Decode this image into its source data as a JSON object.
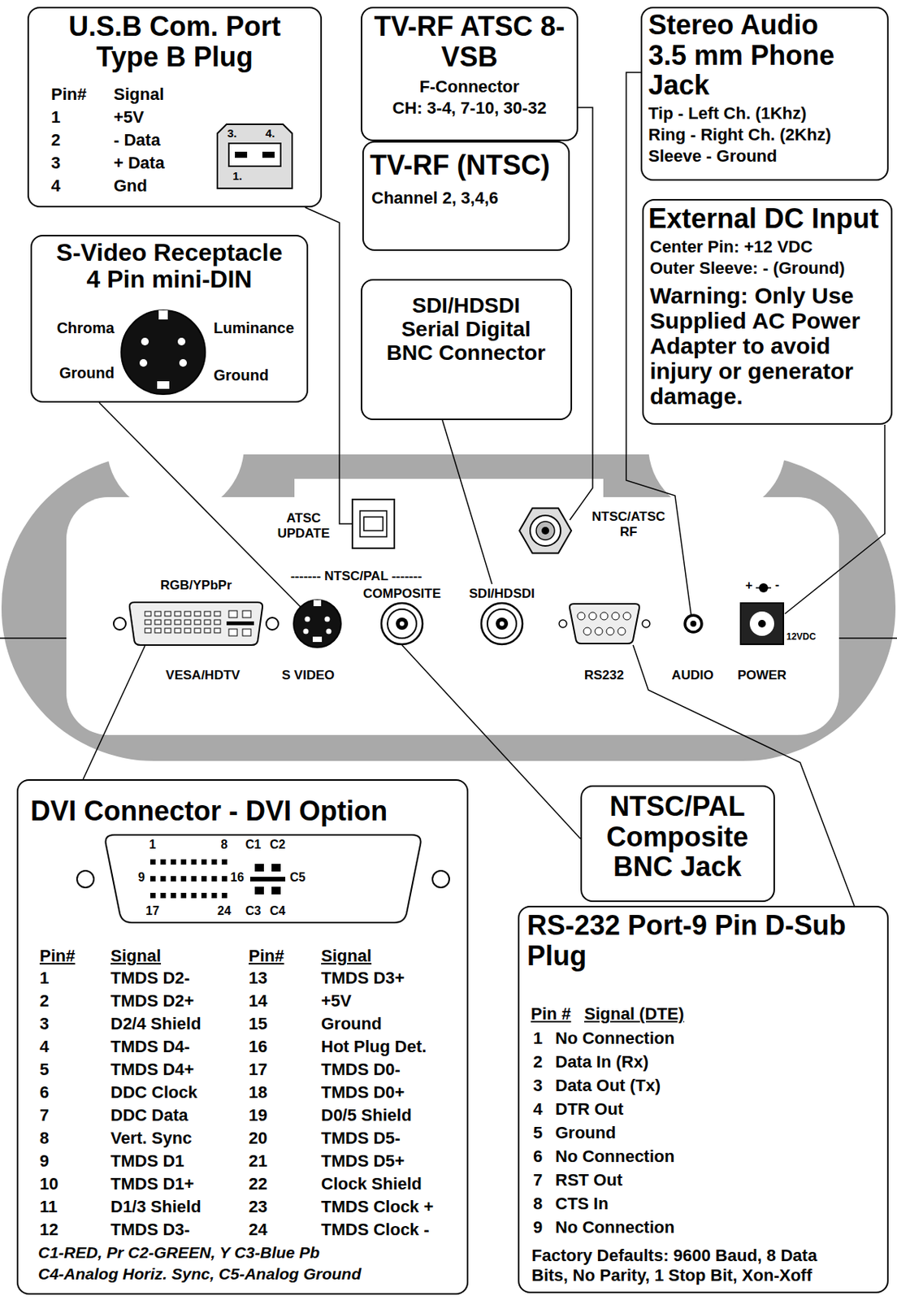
{
  "diagram": {
    "nodes": [
      {
        "text": [
          "U.S.B Com. Port Type B Plug"
        ]
      },
      {
        "text": [
          "TV-RF ATSC 8-VSB",
          "F-Connector",
          "CH: 3-4, 7-10, 30-32"
        ]
      },
      {
        "text": [
          "TV-RF (NTSC)",
          "Channel 2, 3,4,6"
        ]
      },
      {
        "text": [
          "Stereo Audio 3.5 mm Phone Jack",
          "Tip - Left Ch. (1Khz)",
          "Ring - Right Ch. (2Khz)",
          "Sleeve - Ground"
        ]
      },
      {
        "text": [
          "S-Video Receptacle 4 Pin mini-DIN"
        ]
      },
      {
        "text": [
          "External DC Input",
          "Center Pin: +12 VDC",
          "Outer Sleeve: - (Ground)",
          "Warning: Only Use Supplied AC Power Adapter to avoid injury or generator damage."
        ]
      },
      {
        "text": [
          "SDI/HDSDI Serial Digital BNC Connector"
        ]
      },
      {
        "text": [
          "DVI Connector - DVI Option"
        ]
      },
      {
        "text": [
          "NTSC/PAL Composite BNC Jack"
        ]
      },
      {
        "text": [
          "RS-232 Port-9 Pin D-Sub Plug",
          "Factory Defaults: 9600 Baud, 8 Data Bits, No Parity, 1 Stop Bit, Xon-Xoff"
        ]
      }
    ],
    "labels": [
      "Pin#",
      "Signal",
      "1",
      "+5V",
      "2",
      "- Data",
      "3",
      "+ Data",
      "4",
      "Gnd",
      "3.",
      "4.",
      "1.",
      "Chroma",
      "Luminance",
      "Ground",
      "Ground",
      "ATSC UPDATE",
      "NTSC/ATSC RF",
      "RGB/YPbPr",
      "------- NTSC/PAL -------",
      "COMPOSITE",
      "SDI/HDSDI",
      "+",
      "-",
      "12VDC",
      "VESA/HDTV",
      "S VIDEO",
      "RS232",
      "AUDIO",
      "POWER",
      "1",
      "8",
      "C1",
      "C2",
      "9",
      "16",
      "C5",
      "17",
      "24",
      "C3",
      "C4",
      "Pin#",
      "Signal",
      "Pin#",
      "Signal",
      "1",
      "TMDS D2-",
      "13",
      "TMDS D3+",
      "2",
      "TMDS D2+",
      "14",
      "+5V",
      "3",
      "D2/4 Shield",
      "15",
      "Ground",
      "4",
      "TMDS D4-",
      "16",
      "Hot Plug Det.",
      "5",
      "TMDS D4+",
      "17",
      "TMDS D0-",
      "6",
      "DDC Clock",
      "18",
      "TMDS D0+",
      "7",
      "DDC Data",
      "19",
      "D0/5 Shield",
      "8",
      "Vert. Sync",
      "20",
      "TMDS D5-",
      "9",
      "TMDS D1",
      "21",
      "TMDS D5+",
      "10",
      "TMDS D1+",
      "22",
      "Clock Shield",
      "11",
      "D1/3 Shield",
      "23",
      "TMDS Clock +",
      "12",
      "TMDS D3-",
      "24",
      "TMDS Clock -",
      "C1-RED, Pr C2-GREEN, Y C3-Blue Pb",
      "C4-Analog Horiz. Sync, C5-Analog Ground",
      "Pin #",
      "Signal (DTE)",
      "1",
      "No Connection",
      "2",
      "Data In (Rx)",
      "3",
      "Data Out (Tx)",
      "4",
      "DTR Out",
      "5",
      "Ground",
      "6",
      "No Connection",
      "7",
      "RST Out",
      "8",
      "CTS In",
      "9",
      "No Connection"
    ]
  }
}
